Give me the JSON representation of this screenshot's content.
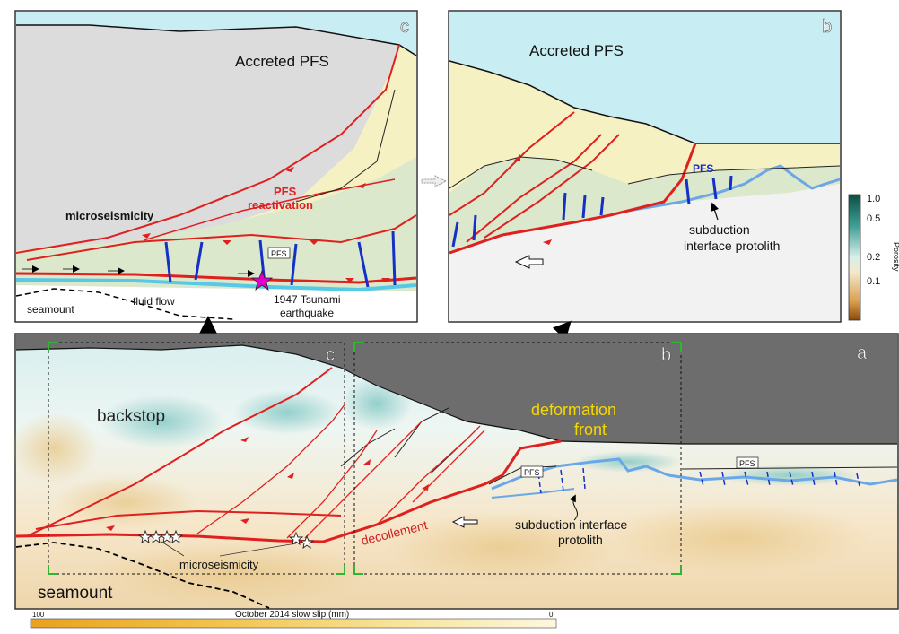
{
  "panels": {
    "c": {
      "letter": "c",
      "title": "Accreted PFS",
      "reactivation_line1": "PFS",
      "reactivation_line2": "reactivation",
      "microseismicity": "microseismicity",
      "pfs_tag": "PFS",
      "fluid_flow": "fluid flow",
      "seamount": "seamount",
      "quake_line1": "1947 Tsunami",
      "quake_line2": "earthquake"
    },
    "b": {
      "letter": "b",
      "title": "Accreted PFS",
      "pfs": "PFS",
      "protolith_line1": "subduction",
      "protolith_line2": "interface protolith"
    },
    "a": {
      "letter": "a",
      "box_c": "c",
      "box_b": "b",
      "backstop": "backstop",
      "deformation_line1": "deformation",
      "deformation_line2": "front",
      "pfs_tag_left": "PFS",
      "pfs_tag_right": "PFS",
      "decollement": "decollement",
      "protolith_line1": "subduction interface",
      "protolith_line2": "protolith",
      "microseismicity": "microseismicity",
      "seamount": "seamount"
    }
  },
  "colorbar_porosity": {
    "label": "Porosity",
    "ticks": [
      "1.0",
      "0.5",
      "0.2",
      "0.1"
    ]
  },
  "slowslip_bar": {
    "label": "October 2014 slow slip (mm)",
    "min_label": "100",
    "max_label": "0"
  },
  "colors": {
    "ocean": "#c8eef4",
    "accreted_wedge": "#f6f1c2",
    "backstop_gray": "#dcdcdc",
    "green_unit": "#dce8cc",
    "fault_red": "#e0201e",
    "pfs_blue": "#1430c8",
    "interface_blue": "#6aa7e6",
    "seismic_top_gray": "#6d6d6d",
    "deformation_front_text": "#f5d800",
    "decollement_text": "#d12020",
    "quake_star": "#e000c8"
  }
}
